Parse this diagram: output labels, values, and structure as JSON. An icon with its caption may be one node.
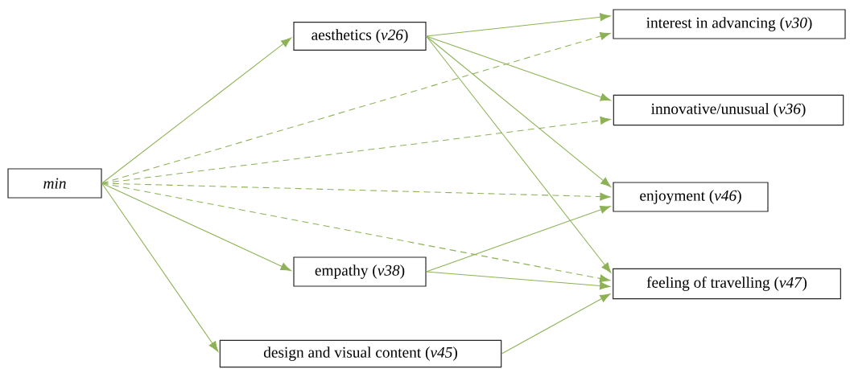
{
  "diagram": {
    "nodes": [
      {
        "text": [
          "min"
        ]
      },
      {
        "text": [
          "aesthetics (*v26*)"
        ]
      },
      {
        "text": [
          "empathy (*v38*)"
        ]
      },
      {
        "text": [
          "design and visual content (*v45*)"
        ]
      },
      {
        "text": [
          "interest in advancing (*v30*)"
        ]
      },
      {
        "text": [
          "innovative/unusual (*v36*)"
        ]
      },
      {
        "text": [
          "enjoyment (*v46*)"
        ]
      },
      {
        "text": [
          "feeling of travelling (*v47*)"
        ]
      }
    ],
    "edges": [
      {
        "from": 0,
        "to": 1,
        "arrow": "to"
      },
      {
        "from": 0,
        "to": 2,
        "arrow": "to"
      },
      {
        "from": 0,
        "to": 3,
        "arrow": "to"
      },
      {
        "from": 0,
        "to": 4,
        "arrow": "to",
        "style": "dashed"
      },
      {
        "from": 0,
        "to": 5,
        "arrow": "to",
        "style": "dashed"
      },
      {
        "from": 0,
        "to": 6,
        "arrow": "to",
        "style": "dashed"
      },
      {
        "from": 0,
        "to": 7,
        "arrow": "to",
        "style": "dashed"
      },
      {
        "from": 1,
        "to": 4,
        "arrow": "to"
      },
      {
        "from": 1,
        "to": 5,
        "arrow": "to"
      },
      {
        "from": 1,
        "to": 6,
        "arrow": "to"
      },
      {
        "from": 1,
        "to": 7,
        "arrow": "to"
      },
      {
        "from": 2,
        "to": 6,
        "arrow": "to"
      },
      {
        "from": 2,
        "to": 7,
        "arrow": "to"
      },
      {
        "from": 3,
        "to": 7,
        "arrow": "to"
      }
    ]
  }
}
